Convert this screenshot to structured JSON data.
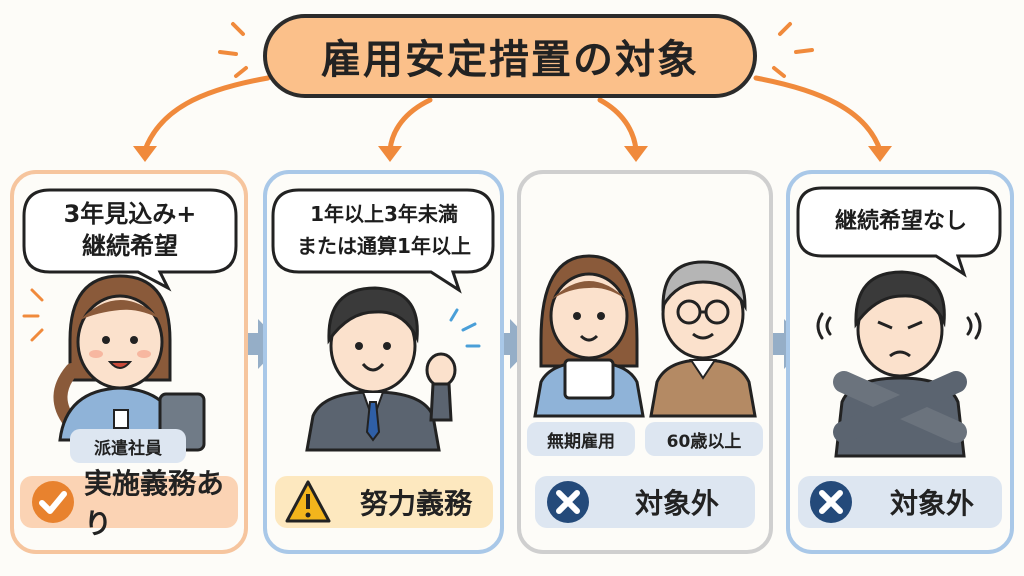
{
  "title": "雇用安定措置の対象",
  "cards": [
    {
      "bubble": [
        "3年見込み+",
        "継続希望"
      ],
      "tags": [
        "派遣社員"
      ],
      "status": {
        "label": "実施義務あり",
        "icon": "check-icon",
        "color": "#e8822e"
      }
    },
    {
      "bubble": [
        "1年以上3年未満",
        "または通算1年以上"
      ],
      "tags": [],
      "status": {
        "label": "努力義務",
        "icon": "warning-icon",
        "color": "#f3b51c"
      }
    },
    {
      "bubble": [],
      "tags": [
        "無期雇用",
        "60歳以上"
      ],
      "status": {
        "label": "対象外",
        "icon": "cross-icon",
        "color": "#244a7a"
      }
    },
    {
      "bubble": [
        "継続希望なし"
      ],
      "tags": [],
      "status": {
        "label": "対象外",
        "icon": "cross-icon",
        "color": "#244a7a"
      }
    }
  ],
  "colors": {
    "title_fill": "#fbc08a",
    "arrow_orange": "#f08a3c",
    "flow_arrow": "#95aec7"
  }
}
